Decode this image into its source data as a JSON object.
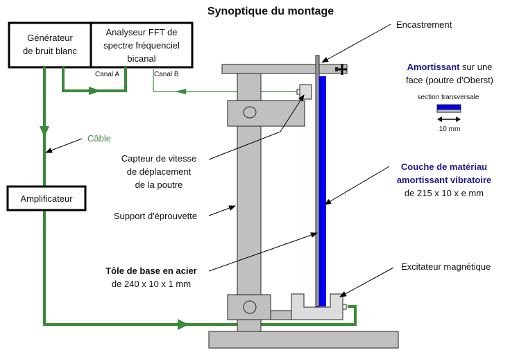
{
  "title": "Synoptique du montage",
  "blocks": {
    "generator": [
      "Générateur",
      "de bruit blanc"
    ],
    "analyzer": [
      "Analyseur FFT de",
      "spectre fréquenciel",
      "bicanal"
    ],
    "amplifier": "Amplificateur"
  },
  "channels": {
    "a": "Canal A",
    "b": "Canal B"
  },
  "labels": {
    "cable": "Câble",
    "encastrement": "Encastrement",
    "sensor": [
      "Capteur de vitesse",
      "de déplacement",
      "de la poutre"
    ],
    "support": "Support d'éprouvette",
    "base_plate_title": "Tôle de base en acier",
    "base_plate_dims": "de 240 x 10 x 1 mm",
    "layer_title": [
      "Couche de matériau",
      "amortissant vibratoire"
    ],
    "layer_dims": "de 215 x 10 x e mm",
    "exciter": "Excitateur magnétique"
  },
  "legend": {
    "title_bold": "Amortissant",
    "title_rest": " sur une",
    "line2": "face (poutre d'Oberst)",
    "section": "section transversale",
    "scale": "10 mm"
  },
  "colors": {
    "cable": "#3a8a3a",
    "damping_layer": "#0000ee",
    "steel": "#c0c0c0",
    "label_blue": "#1a1a8c"
  }
}
